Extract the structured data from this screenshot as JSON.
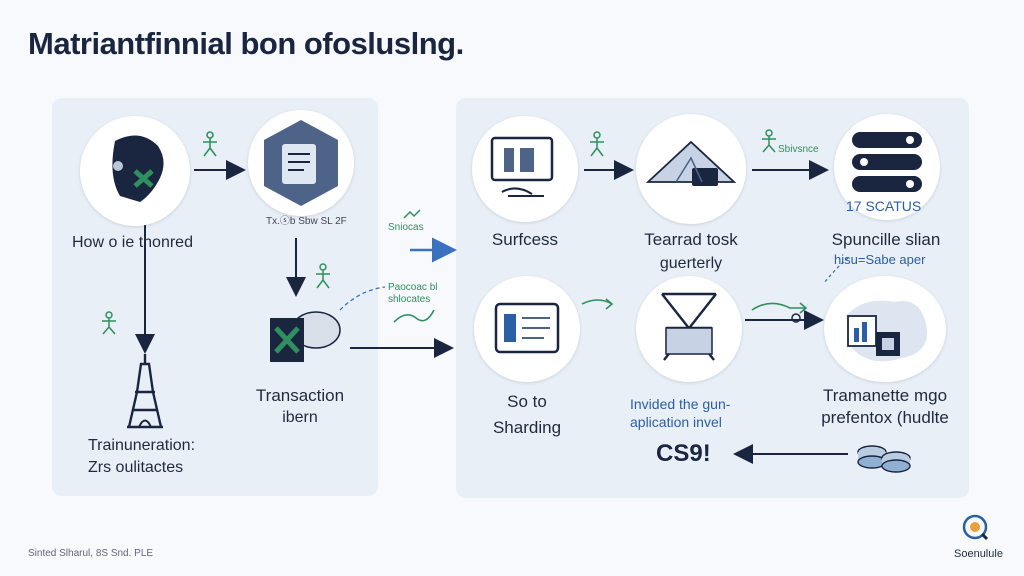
{
  "title": "Matriantfinnial bon ofosluslng.",
  "nodes": {
    "left_1_label": "How o ie thonred",
    "left_2_caption": "Tx.ⓢb Sbw SL 2F",
    "left_3_label_a": "Trainuneration:",
    "left_3_label_b": "Zrs oulitactes",
    "left_4_label_a": "Transaction",
    "left_4_label_b": "ibern",
    "mid_caption_a": "Sniocas",
    "mid_caption_b": "Paocoac bl",
    "mid_caption_c": "shlocates",
    "right_1_label": "Surfcess",
    "right_2_label_a": "Tearrad tosk",
    "right_2_label_b": "guerterly",
    "right_3_badge": "Sbivsnce",
    "right_3_status": "17 SCATUS",
    "right_3_label": "Spuncille slian",
    "right_3_sub": "hisu=Sabe aper",
    "right_4_label_a": "So to",
    "right_4_label_b": "Sharding",
    "right_5_label_a": "Invided the gun-",
    "right_5_label_b": "aplication invel",
    "right_6_label_a": "Tramanette mgo",
    "right_6_label_b": "prefentox (hudlte",
    "bottom_label": "CS9!"
  },
  "footer": {
    "left": "Sinted Slharul, 8S Snd. PLE",
    "right": "Soenulule"
  },
  "colors": {
    "navy": "#1a2540",
    "green": "#2f8f5e",
    "blue": "#2b5fa5",
    "panel": "#e9eff6"
  }
}
